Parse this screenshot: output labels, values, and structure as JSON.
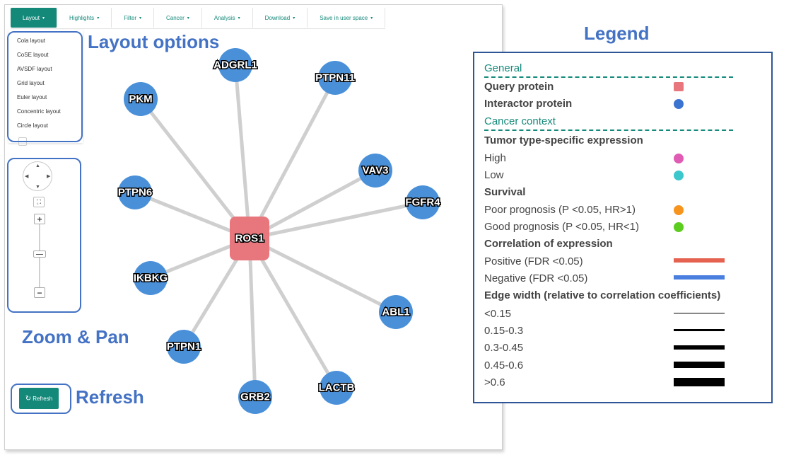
{
  "menu": {
    "items": [
      {
        "label": "Layout",
        "active": true
      },
      {
        "label": "Highlights"
      },
      {
        "label": "Filter"
      },
      {
        "label": "Cancer"
      },
      {
        "label": "Analysis"
      },
      {
        "label": "Download"
      },
      {
        "label": "Save in user space"
      }
    ],
    "caret": "▾"
  },
  "layout_options": [
    "Cola layout",
    "CoSE layout",
    "AVSDF layout",
    "Grid layout",
    "Euler layout",
    "Concentric layout",
    "Circle layout"
  ],
  "panzoom": {
    "fit_icon": "⛶",
    "zoom_in": "+",
    "zoom_out": "−"
  },
  "refresh": {
    "label": "Refresh",
    "icon": "↻"
  },
  "annotations": {
    "layout_options": "Layout options",
    "zoom_pan": "Zoom & Pan",
    "refresh": "Refresh",
    "legend": "Legend"
  },
  "network": {
    "query": {
      "id": "ROS1",
      "color": "#e8777d"
    },
    "interactor_color": "#4a90d9",
    "edge_color": "#cfcfcf",
    "interactors": [
      "ADGRL1",
      "PTPN11",
      "PKM",
      "VAV3",
      "FGFR4",
      "PTPN6",
      "IKBKG",
      "ABL1",
      "PTPN1",
      "GRB2",
      "LACTB"
    ]
  },
  "legend": {
    "general": "General",
    "query_protein": "Query protein",
    "interactor_protein": "Interactor protein",
    "cancer_context": "Cancer context",
    "tumor_expr": "Tumor type-specific expression",
    "high": "High",
    "low": "Low",
    "survival": "Survival",
    "poor": "Poor prognosis (P <0.05, HR>1)",
    "good": "Good prognosis (P <0.05, HR<1)",
    "correlation": "Correlation of expression",
    "positive": "Positive (FDR <0.05)",
    "negative": "Negative (FDR <0.05)",
    "edge_width": "Edge width (relative to correlation coefficients)",
    "widths": [
      "<0.15",
      "0.15-0.3",
      "0.3-0.45",
      "0.45-0.6",
      ">0.6"
    ],
    "colors": {
      "query": "#e8777d",
      "interactor": "#3b73d1",
      "high": "#e05bb3",
      "low": "#3cc7cc",
      "poor": "#f7941d",
      "good": "#5ccc1e",
      "positive": "#e4624f",
      "negative": "#4a7fe0"
    }
  }
}
